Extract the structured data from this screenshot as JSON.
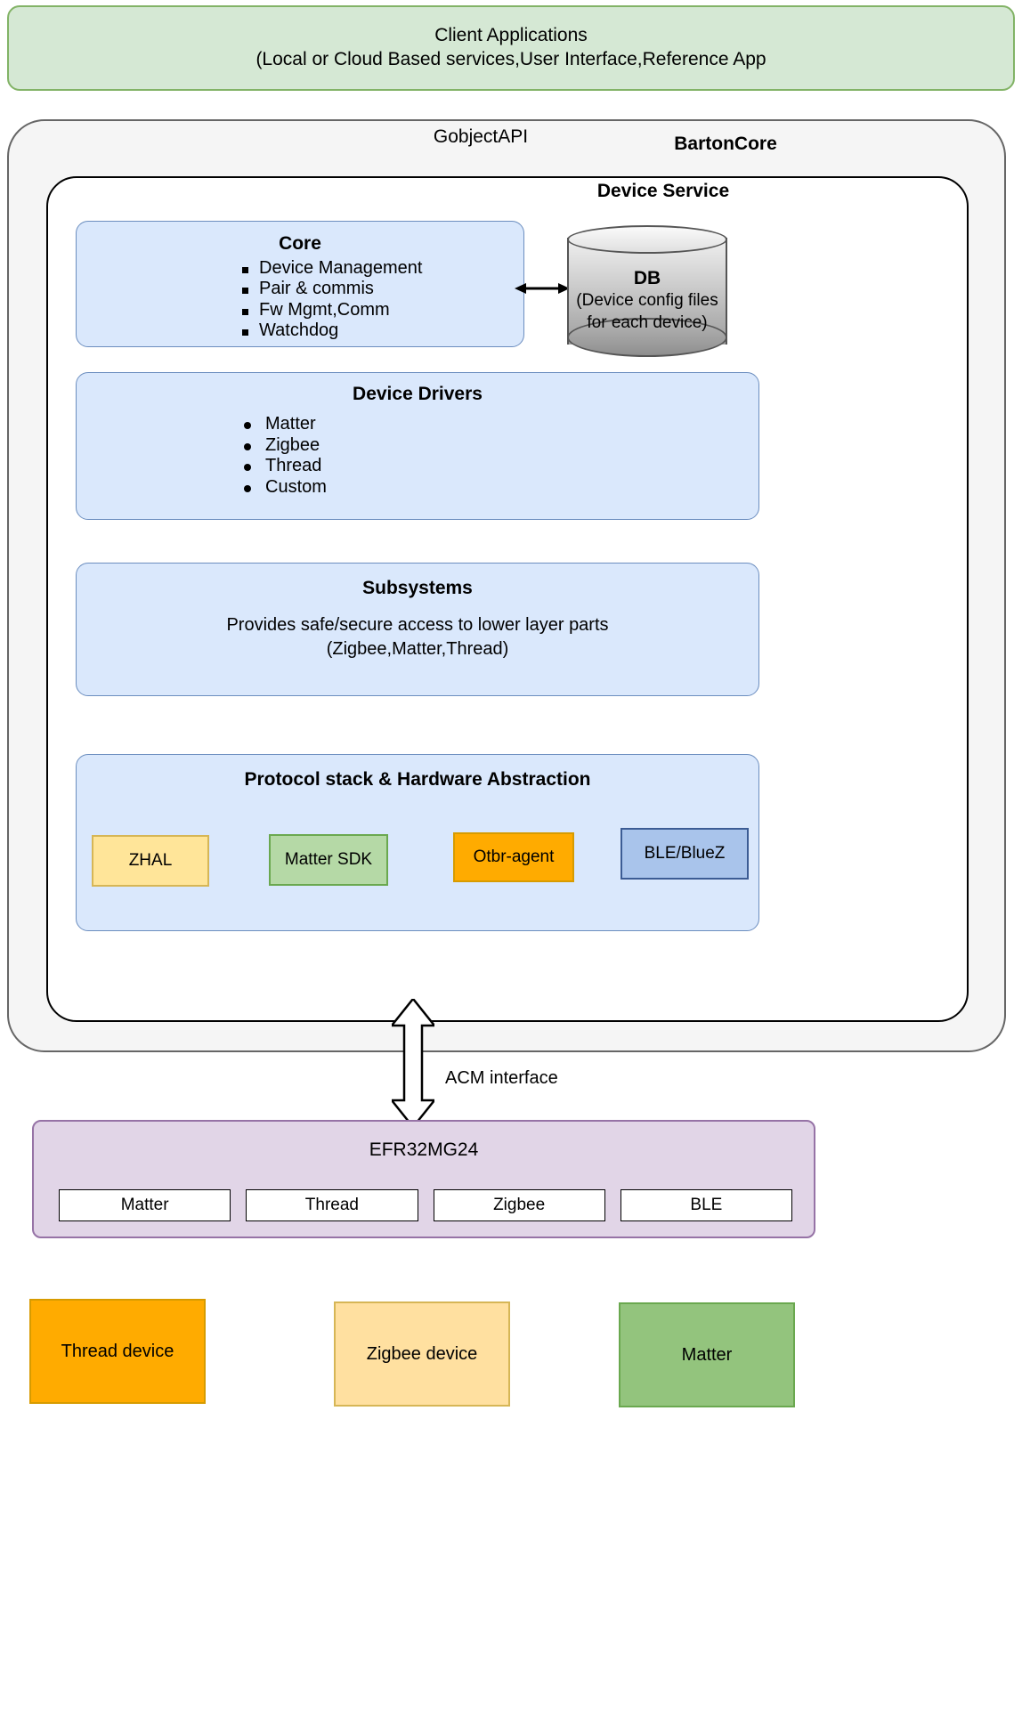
{
  "client_apps": {
    "line1": "Client Applications",
    "line2": "(Local or Cloud Based services,User Interface,Reference App"
  },
  "barton_core": {
    "gobject_api_label": "GobjectAPI",
    "title": "BartonCore"
  },
  "device_service": {
    "title": "Device Service",
    "core": {
      "title": "Core",
      "items": [
        "Device Management",
        "Pair & commis",
        "Fw Mgmt,Comm",
        "Watchdog"
      ]
    },
    "db": {
      "title": "DB",
      "line1": "(Device config files",
      "line2": "for each device)"
    },
    "drivers": {
      "title": "Device Drivers",
      "items": [
        "Matter",
        "Zigbee",
        "Thread",
        "Custom"
      ]
    },
    "subsystems": {
      "title": "Subsystems",
      "line1": "Provides safe/secure access to lower layer parts",
      "line2": "(Zigbee,Matter,Thread)"
    },
    "protocol": {
      "title": "Protocol stack & Hardware Abstraction",
      "chips": [
        {
          "label": "ZHAL",
          "color": "#ffe599"
        },
        {
          "label": "Matter SDK",
          "color": "#b5d9a6"
        },
        {
          "label": "Otbr-agent",
          "color": "#ffab00"
        },
        {
          "label": "BLE/BlueZ",
          "color": "#a9c4eb"
        }
      ]
    }
  },
  "acm": {
    "label": "ACM interface"
  },
  "soc": {
    "title": "EFR32MG24",
    "protocols": [
      "Matter",
      "Thread",
      "Zigbee",
      "BLE"
    ]
  },
  "devices": [
    {
      "label": "Thread device",
      "color": "#ffab00"
    },
    {
      "label": "Zigbee device",
      "color": "#ffe0a0"
    },
    {
      "label": "Matter",
      "color": "#93c47d"
    }
  ],
  "colors": {
    "green_fill": "#d5e8d4",
    "green_stroke": "#82b366",
    "blue_fill": "#dae8fc",
    "blue_stroke": "#6c8ebf",
    "purple_fill": "#e1d5e7",
    "purple_stroke": "#9673a6",
    "gray_fill": "#f5f5f5"
  }
}
